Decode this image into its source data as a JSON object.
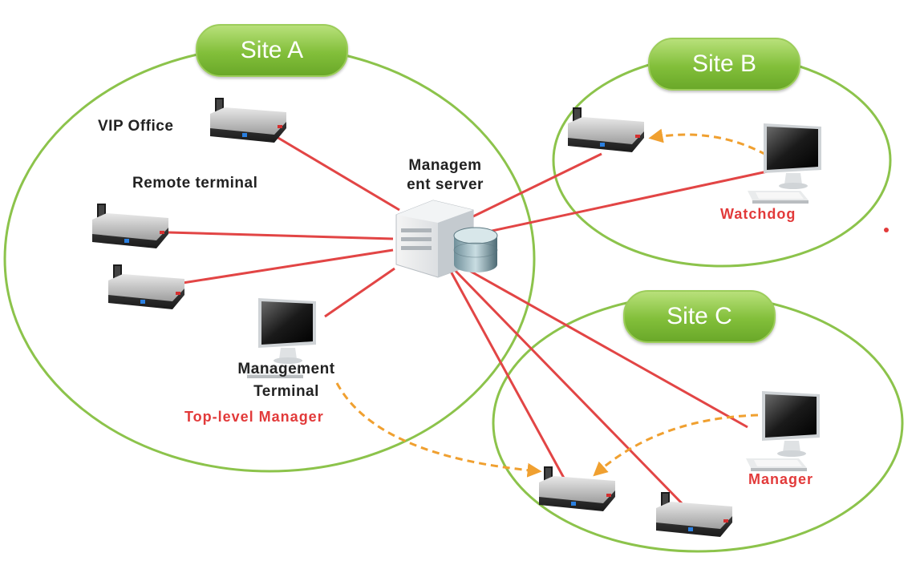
{
  "sites": {
    "a": {
      "label": "Site A"
    },
    "b": {
      "label": "Site B"
    },
    "c": {
      "label": "Site C"
    }
  },
  "labels": {
    "vip_office": "VIP Office",
    "remote_terminal": "Remote terminal",
    "management_server_line1": "Managem",
    "management_server_line2": "ent server",
    "management_terminal_line1": "Management",
    "management_terminal_line2": "Terminal",
    "top_level_manager": "Top-level Manager",
    "watchdog": "Watchdog",
    "manager": "Manager"
  },
  "colors": {
    "site_ring": "#8cc34b",
    "site_pill": "#82bf3a",
    "link_line": "#e24545",
    "management_arrow": "#f0a030",
    "role_text": "#e23a3a"
  },
  "icons": {
    "terminal": "router-icon",
    "computer": "computer-icon",
    "server": "server-icon",
    "database": "database-icon"
  }
}
